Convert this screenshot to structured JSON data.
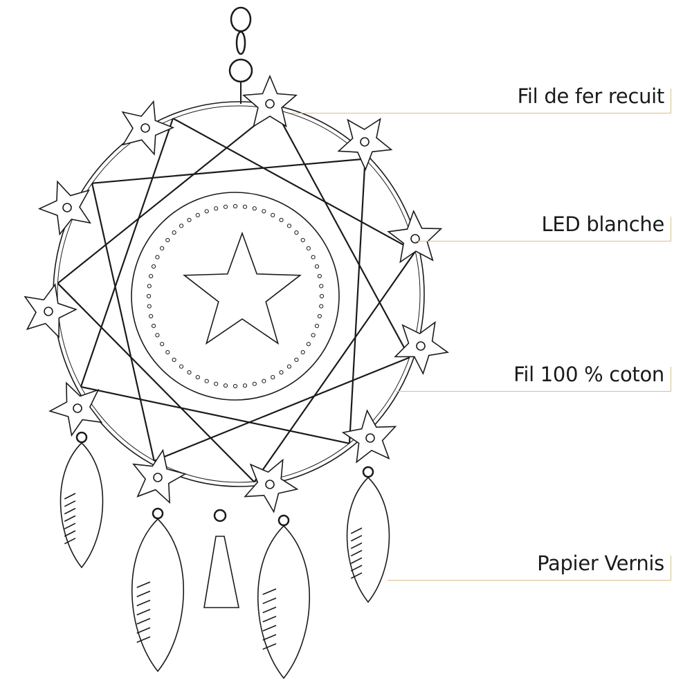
{
  "labels": [
    {
      "text": "Fil de fer recuit",
      "part": "wire-hoop"
    },
    {
      "text": "LED blanche",
      "part": "led-disc"
    },
    {
      "text": "Fil 100 % coton",
      "part": "cotton-thread"
    },
    {
      "text": "Papier Vernis",
      "part": "varnished-paper-feathers"
    }
  ],
  "colors": {
    "leader_line": "#d8bf8c",
    "drawing": "#1a1a1a",
    "text": "#1a1a1a"
  }
}
